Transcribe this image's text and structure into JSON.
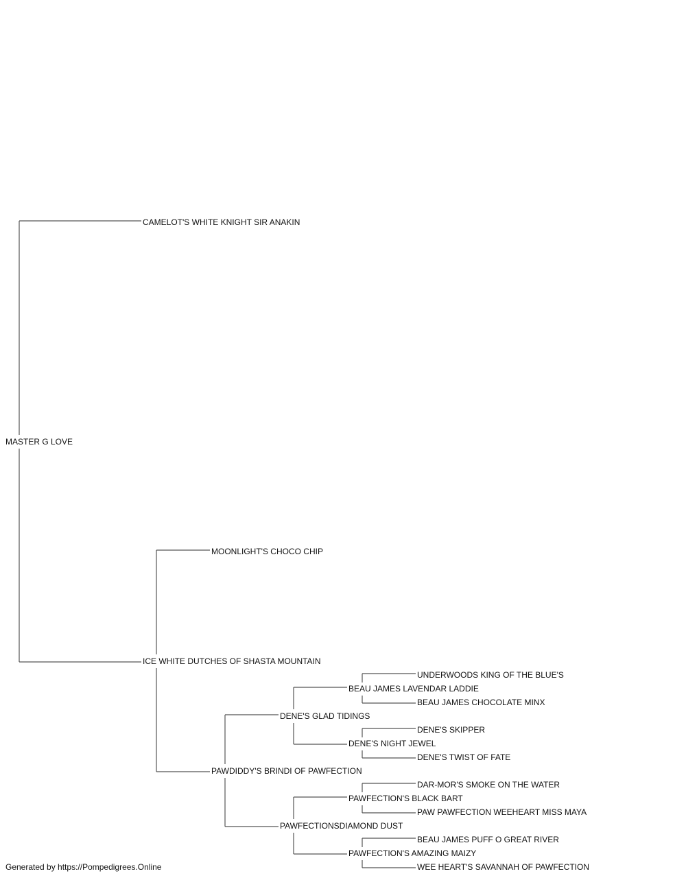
{
  "pedigree": {
    "subject": "MASTER G LOVE",
    "sire": {
      "name": "CAMELOT'S WHITE KNIGHT SIR ANAKIN"
    },
    "dam": {
      "name": "ICE WHITE DUTCHES OF SHASTA MOUNTAIN",
      "sire": {
        "name": "MOONLIGHT'S CHOCO CHIP"
      },
      "dam": {
        "name": "PAWDIDDY'S BRINDI OF PAWFECTION",
        "sire": {
          "name": "DENE'S GLAD TIDINGS",
          "sire": {
            "name": "BEAU JAMES LAVENDAR LADDIE",
            "sire": {
              "name": "UNDERWOODS KING OF THE BLUE'S"
            },
            "dam": {
              "name": "BEAU JAMES CHOCOLATE MINX"
            }
          },
          "dam": {
            "name": "DENE'S NIGHT JEWEL",
            "sire": {
              "name": "DENE'S SKIPPER"
            },
            "dam": {
              "name": "DENE'S TWIST OF FATE"
            }
          }
        },
        "dam": {
          "name": "PAWFECTIONSDIAMOND DUST",
          "sire": {
            "name": "PAWFECTION'S BLACK BART",
            "sire": {
              "name": "DAR-MOR'S SMOKE ON THE WATER"
            },
            "dam": {
              "name": "PAW PAWFECTION WEEHEART MISS MAYA"
            }
          },
          "dam": {
            "name": "PAWFECTION'S AMAZING MAIZY",
            "sire": {
              "name": "BEAU JAMES PUFF O GREAT RIVER"
            },
            "dam": {
              "name": "WEE HEART'S SAVANNAH OF PAWFECTION"
            }
          }
        }
      }
    }
  },
  "footer": "Generated by https://Pompedigrees.Online"
}
